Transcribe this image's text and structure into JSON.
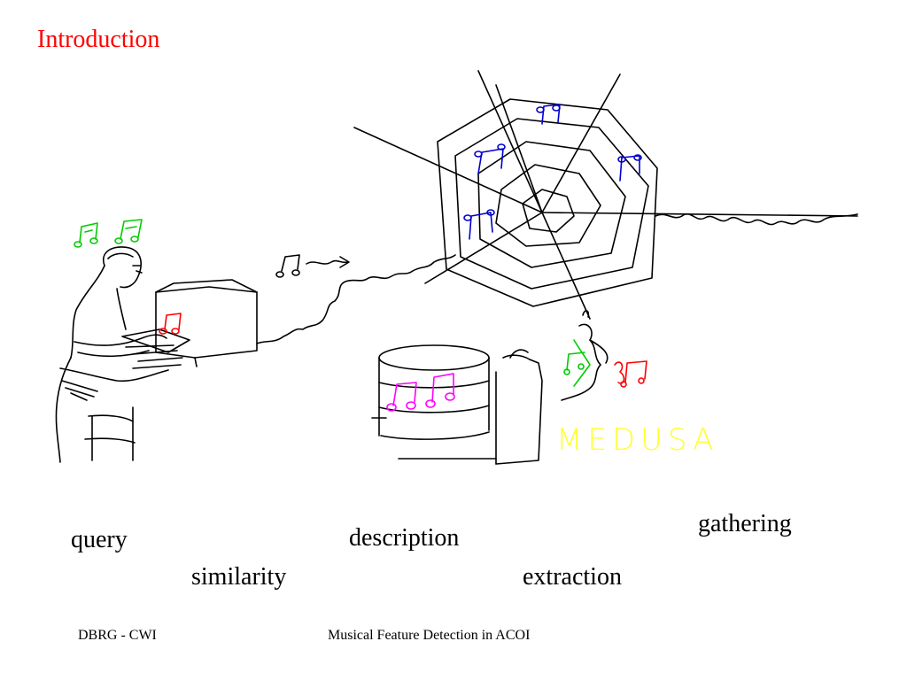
{
  "slide": {
    "title": "Introduction",
    "sketch_text": "MEDUSA"
  },
  "labels": {
    "query": "query",
    "similarity": "similarity",
    "description": "description",
    "extraction": "extraction",
    "gathering": "gathering"
  },
  "footer": {
    "left": "DBRG - CWI",
    "center": "Musical Feature Detection in ACOI"
  },
  "colors": {
    "title": "#ff0000",
    "notes_green": "#00cc00",
    "notes_red": "#ff0000",
    "notes_blue": "#0000cc",
    "notes_magenta": "#ff00ff",
    "medusa_text": "#ffff33"
  }
}
